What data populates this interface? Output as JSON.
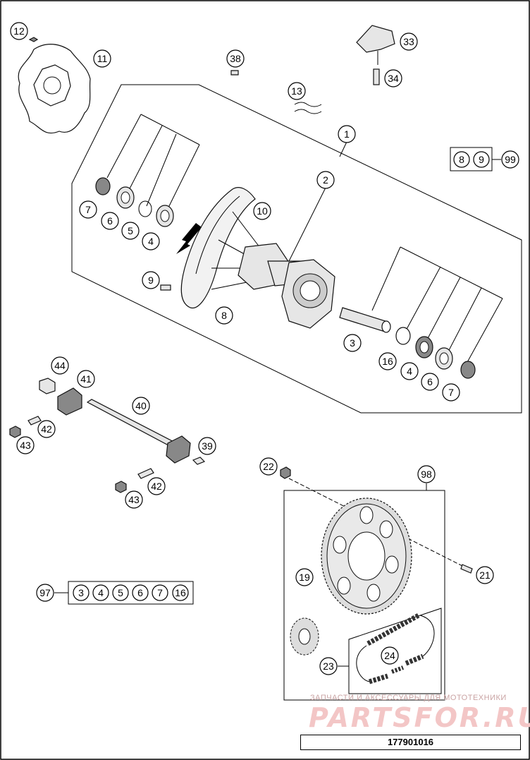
{
  "callouts": {
    "c12": "12",
    "c11": "11",
    "c38": "38",
    "c33": "33",
    "c34": "34",
    "c13": "13",
    "c1": "1",
    "c2": "2",
    "c10": "10",
    "c8": "8",
    "c9": "9",
    "c3": "3",
    "c7a": "7",
    "c6a": "6",
    "c5": "5",
    "c4a": "4",
    "c16": "16",
    "c4b": "4",
    "c6b": "6",
    "c7b": "7",
    "c44": "44",
    "c41": "41",
    "c40": "40",
    "c42a": "42",
    "c43a": "43",
    "c39": "39",
    "c42b": "42",
    "c43b": "43",
    "c22": "22",
    "c98": "98",
    "c19": "19",
    "c21": "21",
    "c24": "24",
    "c23": "23",
    "c97": "97"
  },
  "kit_99": {
    "label": "99",
    "items": [
      "8",
      "9"
    ]
  },
  "kit_97": {
    "label": "97",
    "items": [
      "3",
      "4",
      "5",
      "6",
      "7",
      "16"
    ]
  },
  "watermark": {
    "line1": "ЗАПЧАСТИ И АКСЕССУАРЫ ДЛЯ МОТОТЕХНИКИ",
    "line2": "PARTSFOR.RU"
  },
  "diagram_id": "177901016"
}
